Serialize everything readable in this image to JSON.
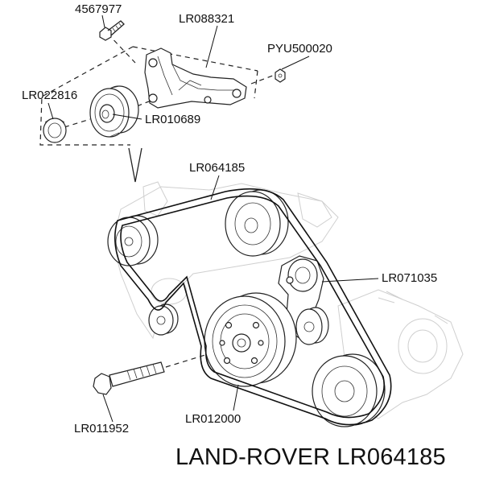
{
  "diagram": {
    "labels": {
      "bolt_top": "4567977",
      "bracket": "LR088321",
      "nut": "PYU500020",
      "cap": "LR022816",
      "idler_pulley": "LR010689",
      "belt": "LR064185",
      "tensioner": "LR071035",
      "crank_bolt": "LR011952",
      "crank_pulley": "LR012000"
    },
    "title": "LAND-ROVER LR064185"
  }
}
